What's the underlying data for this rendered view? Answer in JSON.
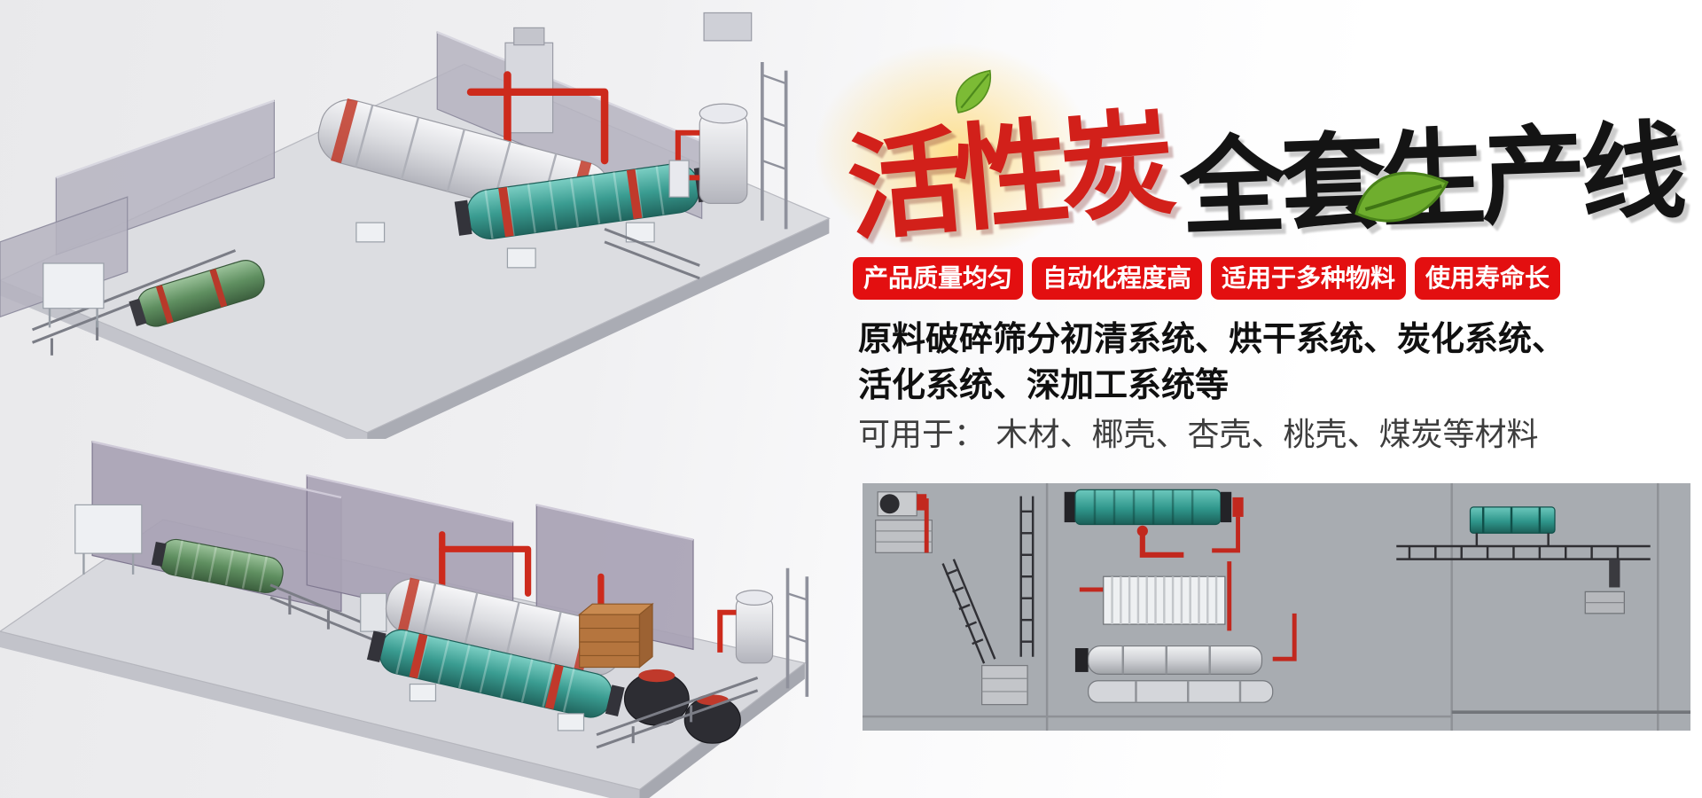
{
  "banner": {
    "background_left": "#e9e9eb",
    "background_right": "#ffffff"
  },
  "title": {
    "part1": "活性炭",
    "part2": "全套生产线",
    "part1_color": "#d2201a",
    "part2_color": "#141414"
  },
  "badges": {
    "background_color": "#e30f10",
    "text_color": "#ffffff",
    "items": [
      {
        "label": "产品质量均匀"
      },
      {
        "label": "自动化程度高"
      },
      {
        "label": "适用于多种物料"
      },
      {
        "label": "使用寿命长"
      }
    ]
  },
  "description": {
    "bold_line1": "原料破碎筛分初清系统、烘干系统、炭化系统、",
    "bold_line2": "活化系统、深加工系统等",
    "usage_line": "可用于： 木材、椰壳、杏壳、桃壳、煤炭等材料"
  },
  "illustrations": {
    "top_left_render": "isometric-3d-production-line-view-1",
    "bottom_left_render": "isometric-3d-production-line-view-2",
    "bottom_right_panel": "production-line-plan-view",
    "colors": {
      "pipe_red": "#cd2a1c",
      "teal_drum": "#3a9c91",
      "green_drum": "#5f8f60",
      "floor_gray": "#dcdde1",
      "wall_gray": "#b5b3c0",
      "panel_background": "#a8acb1"
    }
  }
}
